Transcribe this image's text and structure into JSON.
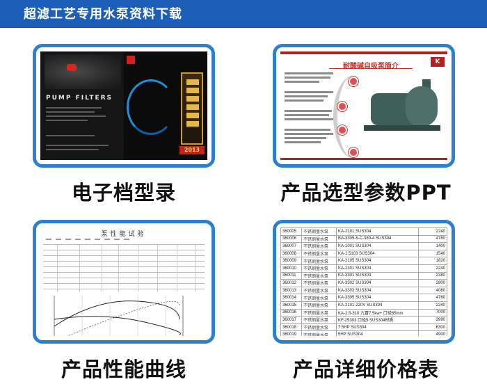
{
  "header": {
    "title": "超滤工艺专用水泵资料下载",
    "bg_color": "#1d5fb8"
  },
  "cards": [
    {
      "label": "电子档型录",
      "thumbnail": {
        "brand": "PUMP FILTERS",
        "year": "2013"
      }
    },
    {
      "label": "产品选型参数PPT",
      "thumbnail": {
        "title": "耐酸碱自吸泵简介",
        "logo": "K"
      }
    },
    {
      "label": "产品性能曲线",
      "thumbnail": {
        "title": "泵性能试验"
      }
    },
    {
      "label": "产品详细价格表",
      "thumbnail": {
        "rows": [
          {
            "code": "360005",
            "name": "不锈钢量水泵",
            "model": "KA-2101 SUS304",
            "price": "2240"
          },
          {
            "code": "360006",
            "name": "不锈钢量水泵",
            "model": "BA-3305-5-C-380-4 SUS304",
            "price": "4760"
          },
          {
            "code": "360007",
            "name": "不锈钢量水泵",
            "model": "KA-1001 SUS304",
            "price": "1400"
          },
          {
            "code": "360008",
            "name": "不锈钢量水泵",
            "model": "KA-1.5103 SUS304",
            "price": "1540"
          },
          {
            "code": "360009",
            "name": "不锈钢量水泵",
            "model": "KA-2105 SUS304",
            "price": "1820"
          },
          {
            "code": "360010",
            "name": "不锈钢量水泵",
            "model": "KA-2301 SUS304",
            "price": "2240"
          },
          {
            "code": "360011",
            "name": "不锈钢量水泵",
            "model": "KA-3301 SUS304",
            "price": "2380"
          },
          {
            "code": "360012",
            "name": "不锈钢量水泵",
            "model": "KA-3302 SUS304",
            "price": "2800"
          },
          {
            "code": "360013",
            "name": "不锈钢量水泵",
            "model": "KA-3303 SUS304",
            "price": "4060"
          },
          {
            "code": "360014",
            "name": "不锈钢量水泵",
            "model": "KA-3305 SUS304",
            "price": "4760"
          },
          {
            "code": "360015",
            "name": "不锈钢量水泵",
            "model": "KA-2101-220V SUS304",
            "price": "2240"
          },
          {
            "code": "360016",
            "name": "不锈钢量水泵",
            "model": "KA-2.5-310 九冒7.5kw+ 口径65mm",
            "price": "7000"
          },
          {
            "code": "360017",
            "name": "不锈钢量水泵",
            "model": "KF-25303 口径5 SUS304材质",
            "price": "3990"
          },
          {
            "code": "360018",
            "name": "不锈钢量水泵",
            "model": "7.5HP SUS304",
            "price": "6300"
          },
          {
            "code": "360019",
            "name": "不锈钢量水泵",
            "model": "5HP SUS304",
            "price": "4900"
          }
        ]
      }
    }
  ],
  "accent_color": "#2d7fd0"
}
